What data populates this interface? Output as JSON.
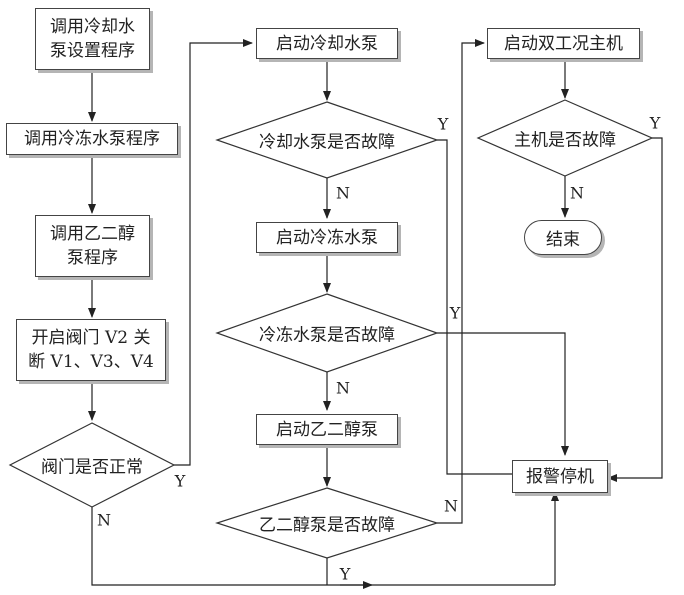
{
  "nodes": {
    "call_cooling_setup": [
      "调用冷却水",
      "泵设置程序"
    ],
    "call_chilled_program": "调用冷冻水泵程序",
    "call_glycol": [
      "调用乙二醇",
      "泵程序"
    ],
    "open_valve": [
      "开启阀门 V2 关",
      "断 V1、V3、V4"
    ],
    "valve_normal": "阀门是否正常",
    "start_cooling": "启动冷却水泵",
    "cooling_fault": "冷却水泵是否故障",
    "start_chilled": "启动冷冻水泵",
    "chilled_fault": "冷冻水泵是否故障",
    "start_glycol": "启动乙二醇泵",
    "glycol_fault": "乙二醇泵是否故障",
    "start_dual_host": "启动双工况主机",
    "host_fault": "主机是否故障",
    "end": "结束",
    "alarm_stop": "报警停机"
  },
  "labels": {
    "yes": "Y",
    "no": "N"
  },
  "colors": {
    "line": "#222222",
    "border": "#444444",
    "shadow": "#b5b5b5"
  }
}
